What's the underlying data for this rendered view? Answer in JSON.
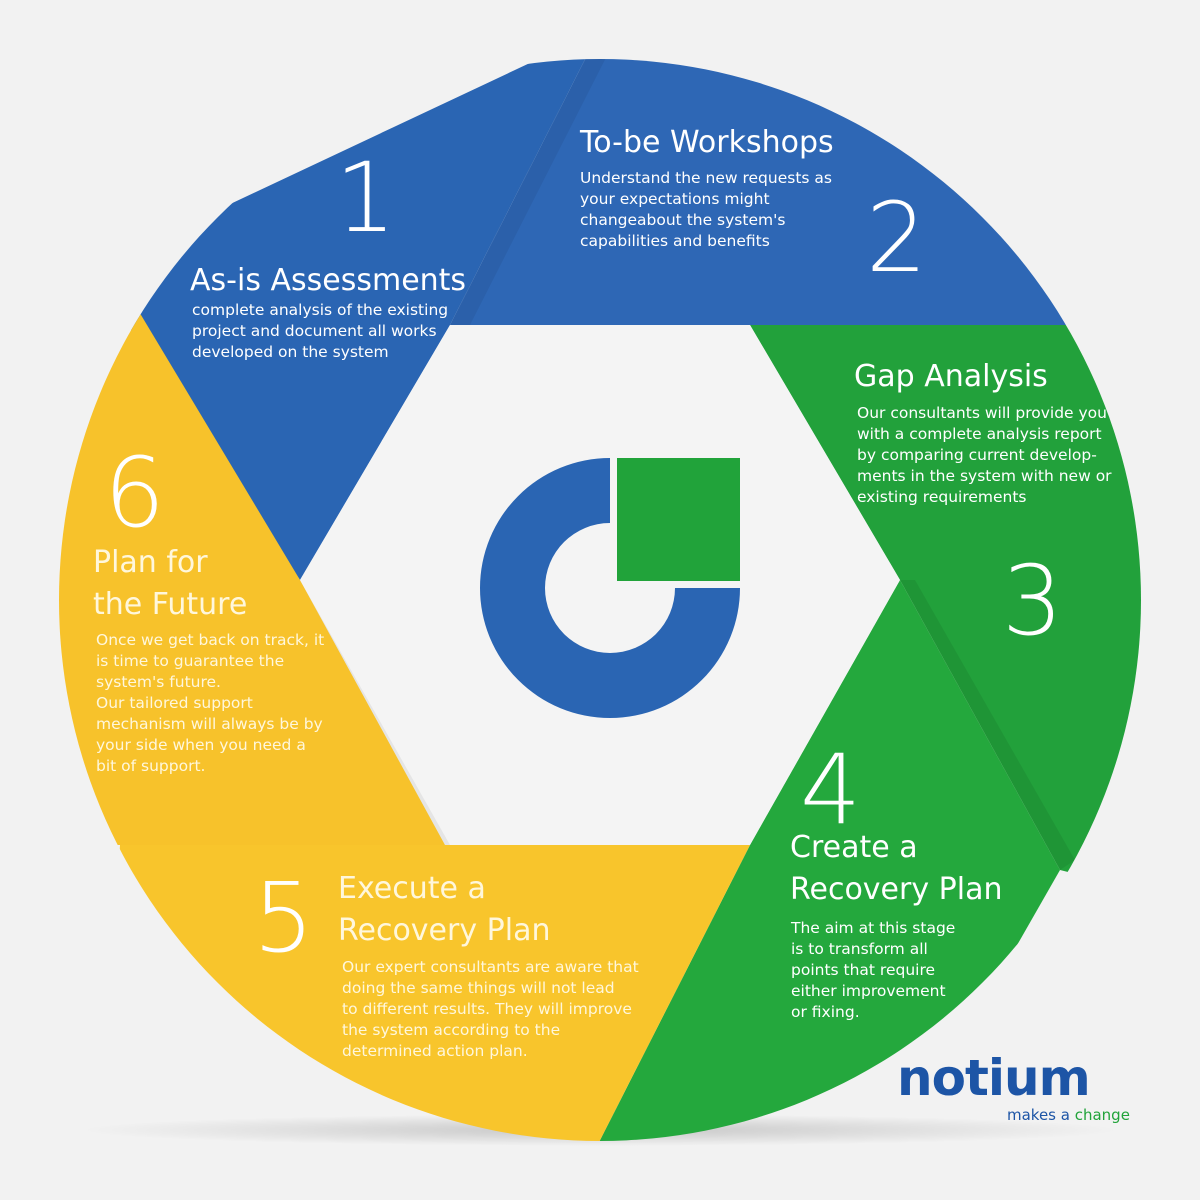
{
  "colors": {
    "blue": "#2a65b3",
    "green": "#21a33a",
    "yellow": "#f8c52c",
    "center": "#f4f4f4",
    "background": "#f2f2f2"
  },
  "center_logo": {
    "icon": "notium-symbol-icon"
  },
  "steps": [
    {
      "number": "1",
      "title": "As-is Assessments",
      "body": [
        "complete analysis of the existing",
        "project and document all works",
        "developed on the system"
      ]
    },
    {
      "number": "2",
      "title": "To-be Workshops",
      "body": [
        "Understand the new requests as",
        "your expectations might",
        "changeabout the system's",
        "capabilities and benefits"
      ]
    },
    {
      "number": "3",
      "title": "Gap Analysis",
      "body": [
        "Our consultants will provide you",
        "with a complete analysis report",
        "by comparing current develop-",
        "ments in the system with new or",
        "existing requirements"
      ]
    },
    {
      "number": "4",
      "title": "Create a\nRecovery Plan",
      "body": [
        "The aim at this stage",
        "is to transform all",
        "points that require",
        "either improvement",
        "or fixing."
      ]
    },
    {
      "number": "5",
      "title": "Execute a\nRecovery Plan",
      "body": [
        "Our expert consultants are aware that",
        "doing the same things will not lead",
        "to different results. They will improve",
        "the system according to the",
        "determined action plan."
      ]
    },
    {
      "number": "6",
      "title": "Plan for\nthe Future",
      "body": [
        "Once we get back on track, it",
        "is time to guarantee the",
        "system's future.",
        "Our tailored support",
        "mechanism will always be by",
        "your side when you need a",
        "bit of support."
      ]
    }
  ],
  "brand": {
    "name": "notium",
    "tagline_prefix": "makes a ",
    "tagline_highlight": "change"
  }
}
